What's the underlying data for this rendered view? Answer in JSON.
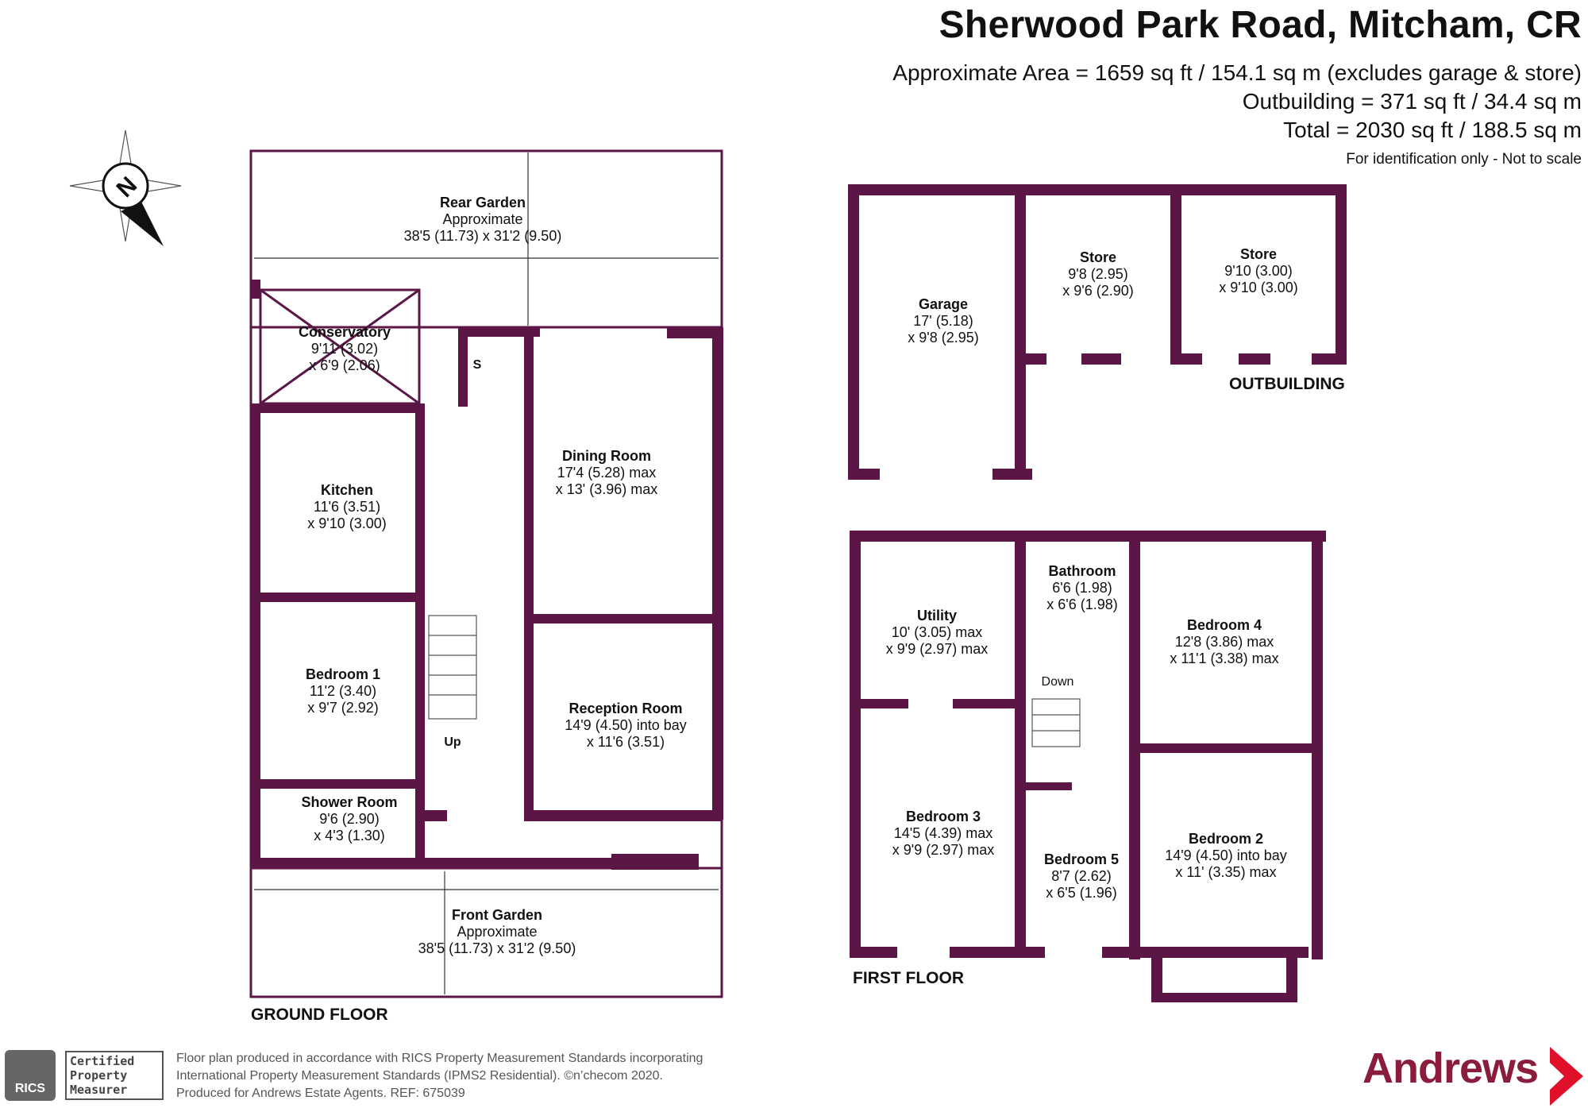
{
  "header": {
    "title": "Sherwood Park Road, Mitcham, CR",
    "area_lines": [
      "Approximate Area = 1659 sq ft / 154.1 sq m (excludes garage & store)",
      "Outbuilding = 371 sq ft / 34.4 sq m",
      "Total = 2030 sq ft / 188.5 sq m"
    ],
    "subtitle": "For identification only - Not to scale"
  },
  "compass_label": "N",
  "floors": {
    "ground": "GROUND FLOOR",
    "first": "FIRST FLOOR",
    "outbuilding": "OUTBUILDING"
  },
  "rooms": {
    "rear_garden": {
      "name": "Rear Garden",
      "lines": [
        "Approximate",
        "38'5 (11.73) x 31'2 (9.50)"
      ]
    },
    "conservatory": {
      "name": "Conservatory",
      "lines": [
        "9'11 (3.02)",
        "x 6'9 (2.06)"
      ]
    },
    "kitchen": {
      "name": "Kitchen",
      "lines": [
        "11'6 (3.51)",
        "x 9'10 (3.00)"
      ]
    },
    "dining": {
      "name": "Dining Room",
      "lines": [
        "17'4 (5.28) max",
        "x 13' (3.96) max"
      ]
    },
    "bedroom1": {
      "name": "Bedroom 1",
      "lines": [
        "11'2 (3.40)",
        "x 9'7 (2.92)"
      ]
    },
    "reception": {
      "name": "Reception Room",
      "lines": [
        "14'9 (4.50) into bay",
        "x 11'6 (3.51)"
      ]
    },
    "shower": {
      "name": "Shower Room",
      "lines": [
        "9'6 (2.90)",
        "x 4'3 (1.30)"
      ]
    },
    "front_garden": {
      "name": "Front Garden",
      "lines": [
        "Approximate",
        "38'5 (11.73) x 31'2 (9.50)"
      ]
    },
    "garage": {
      "name": "Garage",
      "lines": [
        "17' (5.18)",
        "x 9'8 (2.95)"
      ]
    },
    "store1": {
      "name": "Store",
      "lines": [
        "9'8 (2.95)",
        "x 9'6 (2.90)"
      ]
    },
    "store2": {
      "name": "Store",
      "lines": [
        "9'10 (3.00)",
        "x 9'10 (3.00)"
      ]
    },
    "utility": {
      "name": "Utility",
      "lines": [
        "10' (3.05) max",
        "x 9'9 (2.97) max"
      ]
    },
    "bathroom": {
      "name": "Bathroom",
      "lines": [
        "6'6 (1.98)",
        "x 6'6 (1.98)"
      ]
    },
    "bedroom4": {
      "name": "Bedroom 4",
      "lines": [
        "12'8 (3.86) max",
        "x 11'1 (3.38) max"
      ]
    },
    "bedroom3": {
      "name": "Bedroom 3",
      "lines": [
        "14'5 (4.39) max",
        "x 9'9 (2.97) max"
      ]
    },
    "bedroom5": {
      "name": "Bedroom 5",
      "lines": [
        "8'7 (2.62)",
        "x 6'5 (1.96)"
      ]
    },
    "bedroom2": {
      "name": "Bedroom 2",
      "lines": [
        "14'9 (4.50) into bay",
        "x 11' (3.35) max"
      ]
    }
  },
  "labels": {
    "store_s": "S",
    "up": "Up",
    "down": "Down"
  },
  "footer": {
    "lines": [
      "Floor plan produced in accordance with RICS Property Measurement Standards incorporating",
      "International Property Measurement Standards (IPMS2 Residential).   ©n’checom 2020.",
      "Produced for Andrews Estate Agents.   REF:  675039"
    ],
    "rics": "RICS",
    "cert_lines": [
      "Certified",
      "Property",
      "Measurer"
    ],
    "brand": "Andrews"
  },
  "colors": {
    "wall": "#5c1646",
    "brand": "#8a1c3c",
    "text": "#111111"
  }
}
